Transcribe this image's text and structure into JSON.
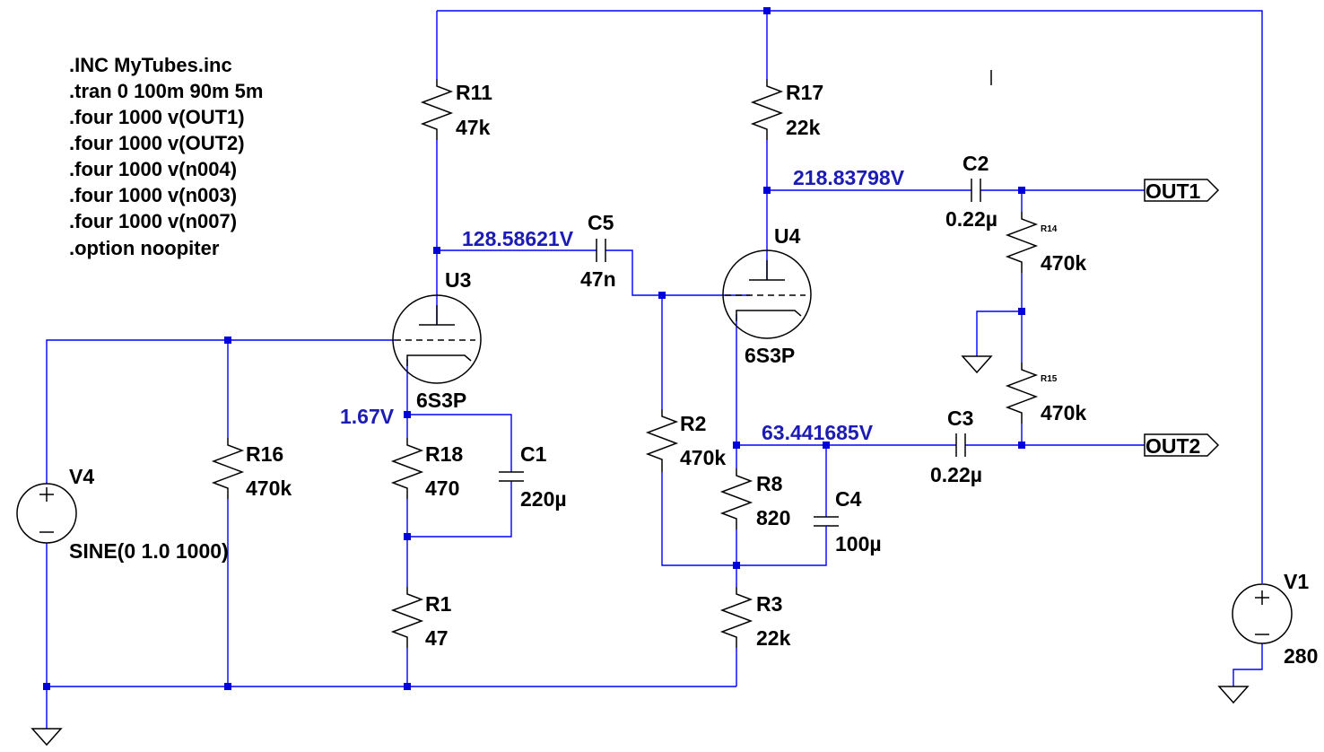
{
  "directives": [
    ".INC MyTubes.inc",
    ".tran 0 100m 90m 5m",
    ".four 1000 v(OUT1)",
    ".four 1000 v(OUT2)",
    ".four 1000 v(n004)",
    ".four 1000 v(n003)",
    ".four 1000 v(n007)",
    ".option noopiter"
  ],
  "resistors": {
    "R11": {
      "name": "R11",
      "value": "47k"
    },
    "R17": {
      "name": "R17",
      "value": "22k"
    },
    "R16": {
      "name": "R16",
      "value": "470k"
    },
    "R18": {
      "name": "R18",
      "value": "470"
    },
    "R1": {
      "name": "R1",
      "value": "47"
    },
    "R2": {
      "name": "R2",
      "value": "470k"
    },
    "R8": {
      "name": "R8",
      "value": "820"
    },
    "R3": {
      "name": "R3",
      "value": "22k"
    },
    "R14": {
      "name": "R14",
      "value": "470k"
    },
    "R15": {
      "name": "R15",
      "value": "470k"
    }
  },
  "capacitors": {
    "C1": {
      "name": "C1",
      "value": "220µ"
    },
    "C2": {
      "name": "C2",
      "value": "0.22µ"
    },
    "C3": {
      "name": "C3",
      "value": "0.22µ"
    },
    "C4": {
      "name": "C4",
      "value": "100µ"
    },
    "C5": {
      "name": "C5",
      "value": "47n"
    }
  },
  "tubes": {
    "U3": {
      "name": "U3",
      "model": "6S3P"
    },
    "U4": {
      "name": "U4",
      "model": "6S3P"
    }
  },
  "sources": {
    "V4": {
      "name": "V4",
      "value": "SINE(0 1.0 1000)"
    },
    "V1": {
      "name": "V1",
      "value": "280"
    }
  },
  "node_voltages": {
    "u3_plate": "128.58621V",
    "u3_cathode": "1.67V",
    "u4_plate": "218.83798V",
    "u4_cathode": "63.441685V"
  },
  "ports": {
    "out1": "OUT1",
    "out2": "OUT2"
  },
  "colors": {
    "wire": "#0000ff",
    "junction": "#0000dd",
    "voltage_label": "#1c1cb4",
    "component": "#000000",
    "background": "#ffffff"
  }
}
